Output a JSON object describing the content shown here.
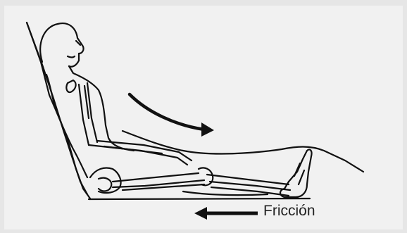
{
  "diagram": {
    "friction_label": "Fricción",
    "colors": {
      "background": "#e6e6e6",
      "panel": "#f1f1f1",
      "ink": "#111111"
    },
    "icons": {
      "body_motion_arrow": "curved-arrow-right",
      "friction_arrow": "arrow-left"
    }
  }
}
